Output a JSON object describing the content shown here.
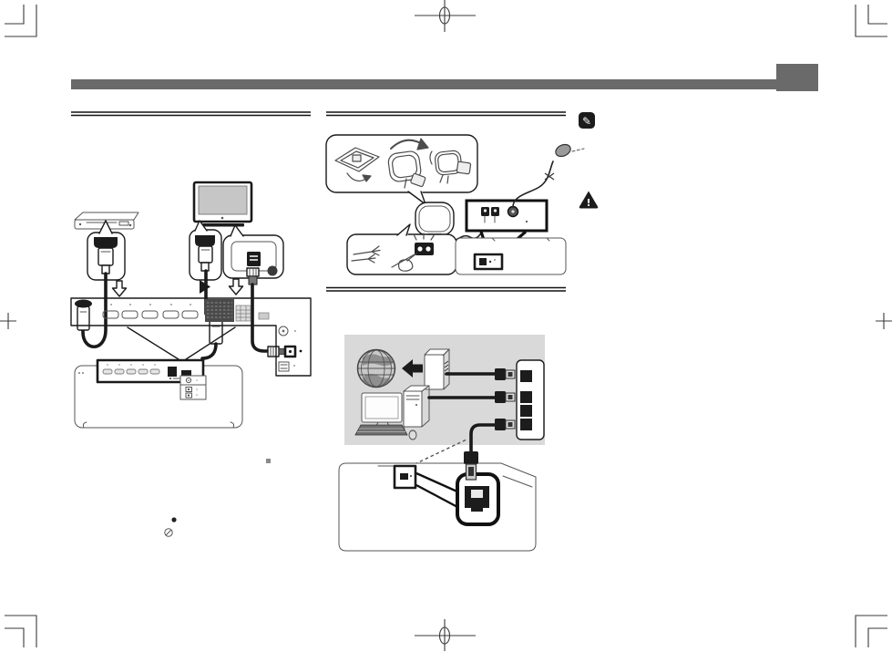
{
  "page": {
    "kind": "printed-manual-connection-page",
    "background": "#ffffff"
  },
  "colors": {
    "line": "#1a1a1a",
    "header": "#6a6a6a",
    "panel_gray": "#d9d9d9",
    "screen": "#c6c6c6",
    "vent": "#4a4a4a",
    "gray_mid": "#8a8a8a"
  },
  "icons": {
    "note": {
      "name": "note-icon",
      "glyph": "✎"
    },
    "warning": {
      "name": "warning-icon",
      "glyph": "!"
    }
  },
  "figures": {
    "left": [
      "dvd-player",
      "tv",
      "hdmi-plug",
      "hdmi-cable",
      "coax-cable",
      "av-receiver-rear-panel",
      "zoomed-rear-panel"
    ],
    "middle_top": [
      "am-loop-antenna-assembly-steps",
      "am-loop-antenna",
      "antenna-terminal-panel",
      "fm-wire-antenna",
      "wire-connection-steps",
      "receiver-antenna-port"
    ],
    "middle_bottom": [
      "internet-globe",
      "modem",
      "router",
      "computer",
      "ethernet-cables",
      "receiver-lan-port-callout"
    ]
  }
}
